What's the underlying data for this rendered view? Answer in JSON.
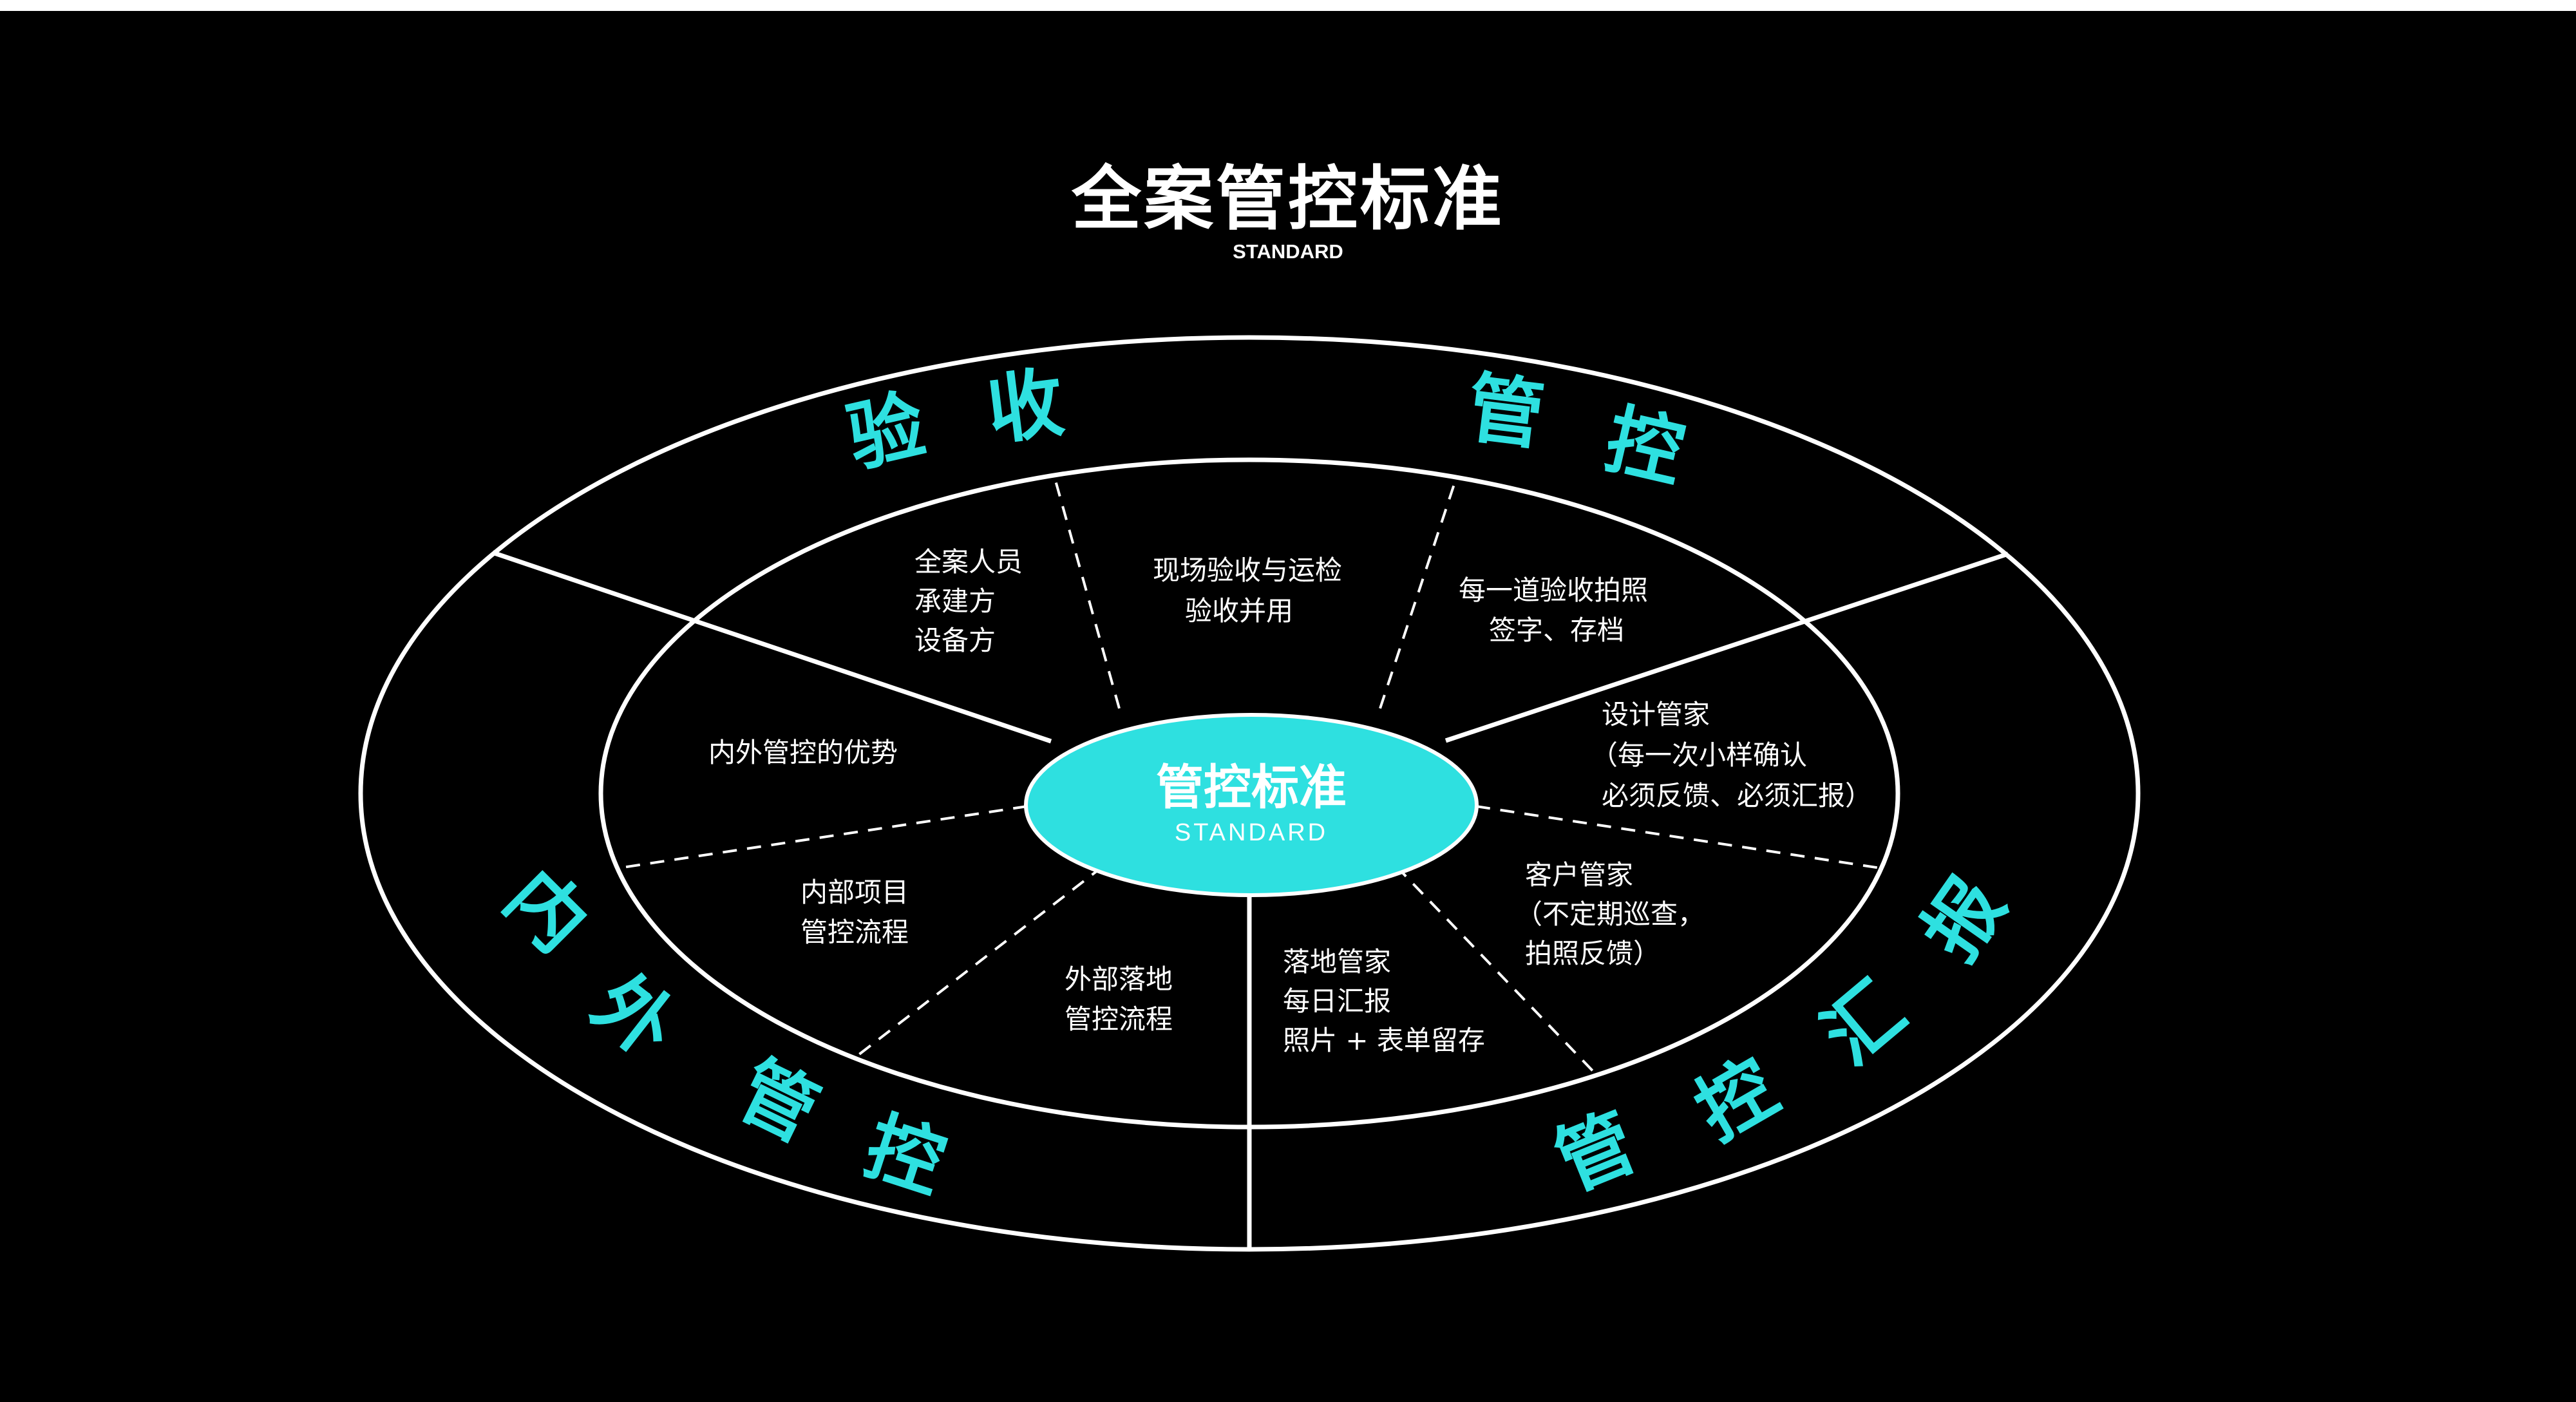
{
  "header": {
    "title": "全案管控标准",
    "subtitle": "STANDARD"
  },
  "center": {
    "title": "管控标准",
    "subtitle": "STANDARD",
    "color": "#2ee0e0"
  },
  "outer_ring": {
    "accent": "#2ee0e0",
    "labels": {
      "acceptance": [
        "验",
        "收"
      ],
      "control": [
        "管",
        "控"
      ],
      "internal_external": [
        "内",
        "外",
        "管",
        "控"
      ],
      "report": [
        "管",
        "控",
        "汇",
        "报"
      ]
    }
  },
  "segments": {
    "personnel": [
      "全案人员",
      "承建方",
      "设备方"
    ],
    "onsite_acceptance": [
      "现场验收与运检",
      "验收并用"
    ],
    "photo_sign": [
      "每一道验收拍照",
      "签字、存档"
    ],
    "advantage": [
      "内外管控的优势"
    ],
    "design_butler": [
      "设计管家",
      "（每一次小样确认",
      "必须反馈、必须汇报）"
    ],
    "internal_process": [
      "内部项目",
      "管控流程"
    ],
    "external_process": [
      "外部落地",
      "管控流程"
    ],
    "landing_butler": [
      "落地管家",
      "每日汇报",
      "照片 + 表单留存"
    ],
    "client_butler": [
      "客户管家",
      "（不定期巡查，",
      "拍照反馈）"
    ]
  }
}
